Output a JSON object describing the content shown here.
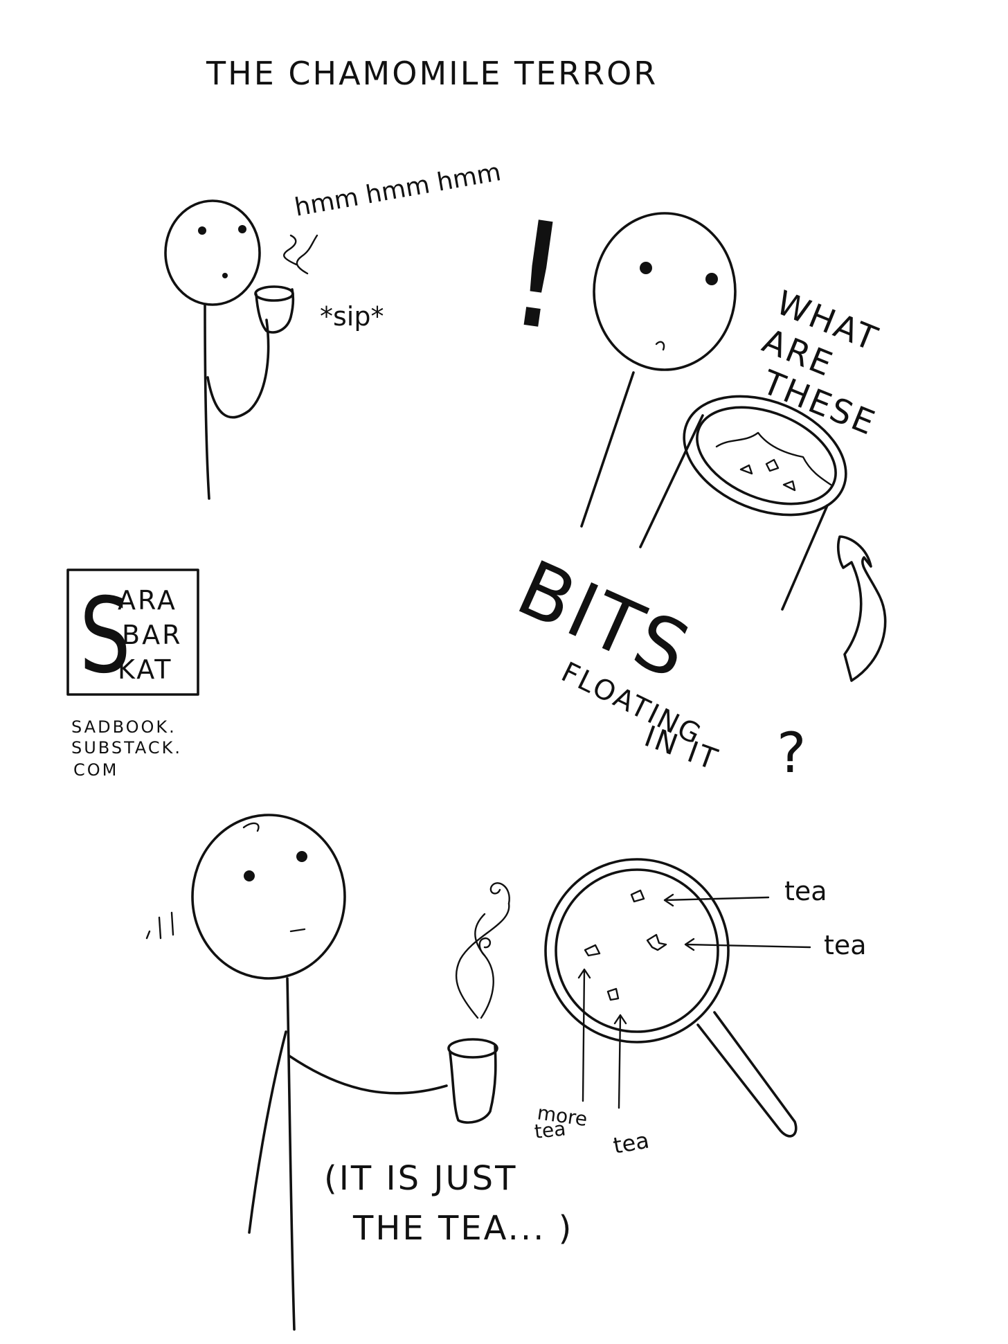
{
  "title": "THE CHAMOMILE TERROR",
  "panel1": {
    "hum": "hmm hmm hmm",
    "sip": "*sip*"
  },
  "panel2": {
    "exclaim": "!",
    "q_line1": "WHAT",
    "q_line2": "ARE",
    "q_line3": "THESE",
    "q_line4": "BITS",
    "q_line5": "FLOATING",
    "q_line6": "IN IT",
    "q_mark": "?"
  },
  "signature": {
    "initial": "S",
    "line1": "ARA",
    "line2": "BAR",
    "line3": "KAT",
    "site1": "SADBOOK.",
    "site2": "SUBSTACK.",
    "site3": "COM"
  },
  "panel3": {
    "labels": [
      "tea",
      "tea",
      "more",
      "tea",
      "tea"
    ],
    "caption1": "(IT IS JUST",
    "caption2": "THE TEA... )"
  }
}
